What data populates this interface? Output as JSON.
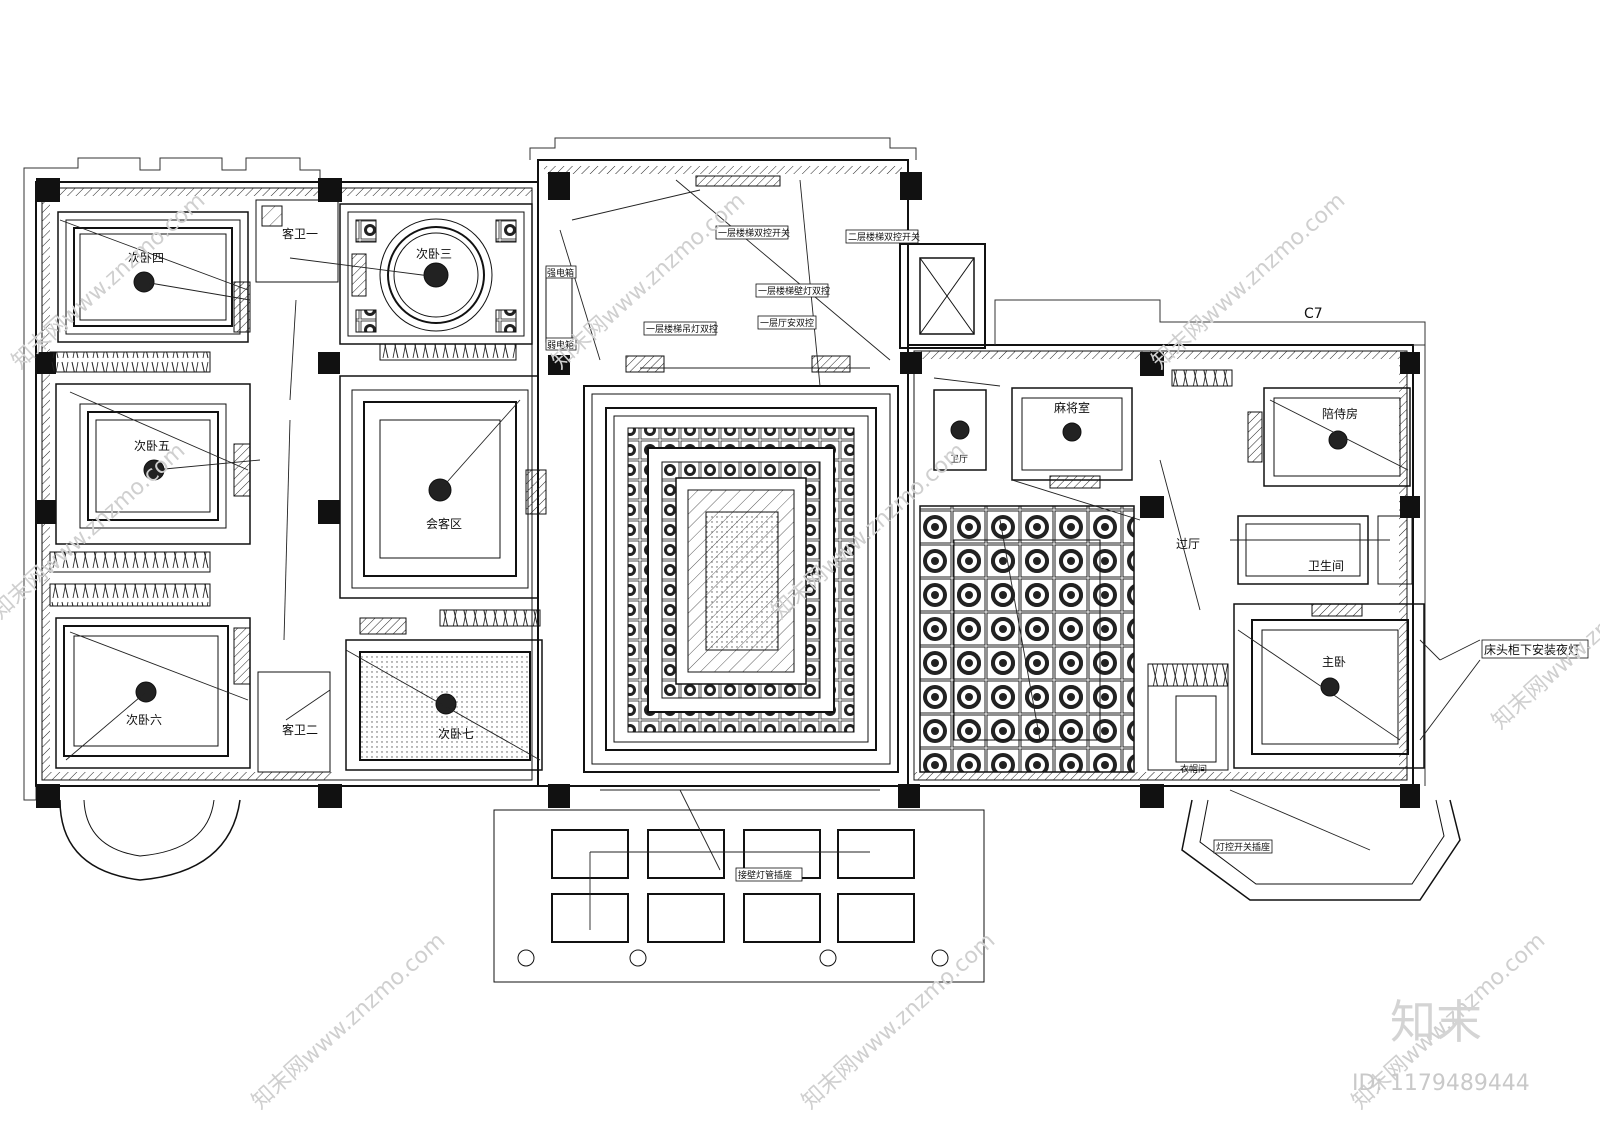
{
  "rooms": {
    "bed4": "次卧四",
    "bath1": "客卫一",
    "bed3": "次卧三",
    "bed5": "次卧五",
    "lounge": "会客区",
    "bed6": "次卧六",
    "bath2": "客卫二",
    "bed7": "次卧七",
    "mahjong": "麻将室",
    "attendant": "陪侍房",
    "hall": "过厅",
    "bathroom": "卫生间",
    "master": "主卧",
    "restroom": "卫厅",
    "cloak": "衣帽间"
  },
  "tags": {
    "strong_box": "强电箱",
    "weak_box": "弱电箱",
    "tag1": "一层楼梯双控开关",
    "tag2": "二层楼梯双控开关",
    "tag3": "一层楼梯壁灯双控",
    "tag4": "一层楼梯吊灯双控",
    "tag5": "一层厅安双控",
    "tag6": "接壁灯管插座",
    "tag7": "灯控开关插座"
  },
  "annotations": {
    "grid_c7": "C7",
    "night_light": "床头柜下安装夜灯"
  },
  "watermark": {
    "site": "知末网www.znzmo.com",
    "brand": "知末",
    "id": "ID: 1179489444"
  }
}
